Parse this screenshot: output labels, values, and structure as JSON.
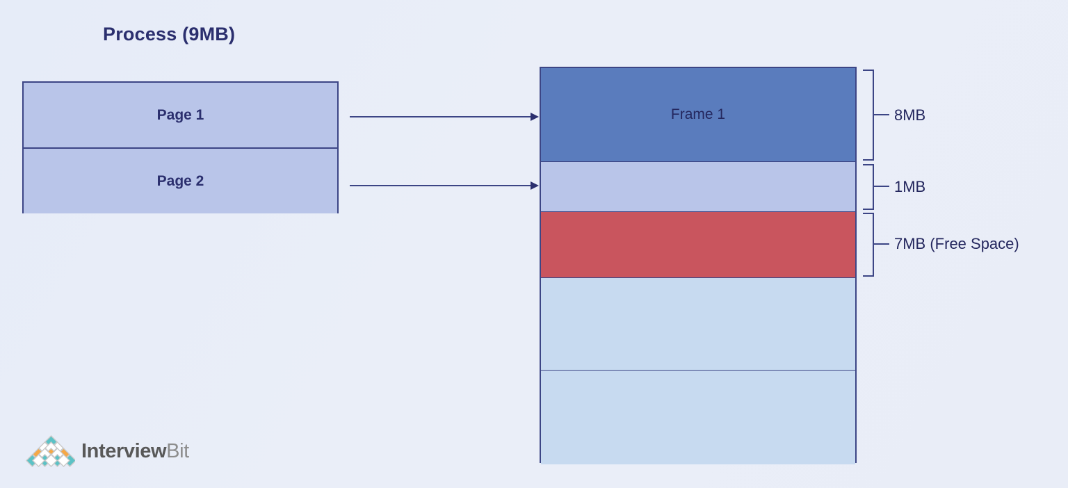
{
  "title": "Process (9MB)",
  "process": {
    "pages": [
      {
        "label": "Page 1"
      },
      {
        "label": "Page 2"
      }
    ]
  },
  "memory": {
    "blocks": [
      {
        "label": "Frame 1",
        "color": "#5a7cbd",
        "height": 135
      },
      {
        "label": "",
        "color": "#b9c5e9",
        "height": 72
      },
      {
        "label": "",
        "color": "#c9555e",
        "height": 95
      },
      {
        "label": "",
        "color": "#c7daf0",
        "height": 133
      },
      {
        "label": "",
        "color": "#c7daf0",
        "height": 135
      }
    ]
  },
  "annotations": [
    {
      "label": "8MB"
    },
    {
      "label": "1MB"
    },
    {
      "label": "7MB (Free Space)"
    }
  ],
  "arrows": [
    {
      "name": "page-1-to-frame-1"
    },
    {
      "name": "page-2-to-frame-2"
    }
  ],
  "logo": {
    "text_bold": "Interview",
    "text_light": "Bit",
    "colors": {
      "teal": "#5bc2c6",
      "orange": "#f5a846",
      "white": "#ffffff",
      "outline": "#c9c9c9"
    }
  },
  "colors": {
    "background": "#e9edf7",
    "navy": "#2b2f6e",
    "border": "#3c4585",
    "page_fill": "#b9c5e9",
    "frame_fill": "#5a7cbd",
    "red_fill": "#c9555e",
    "light_fill": "#c7daf0"
  }
}
